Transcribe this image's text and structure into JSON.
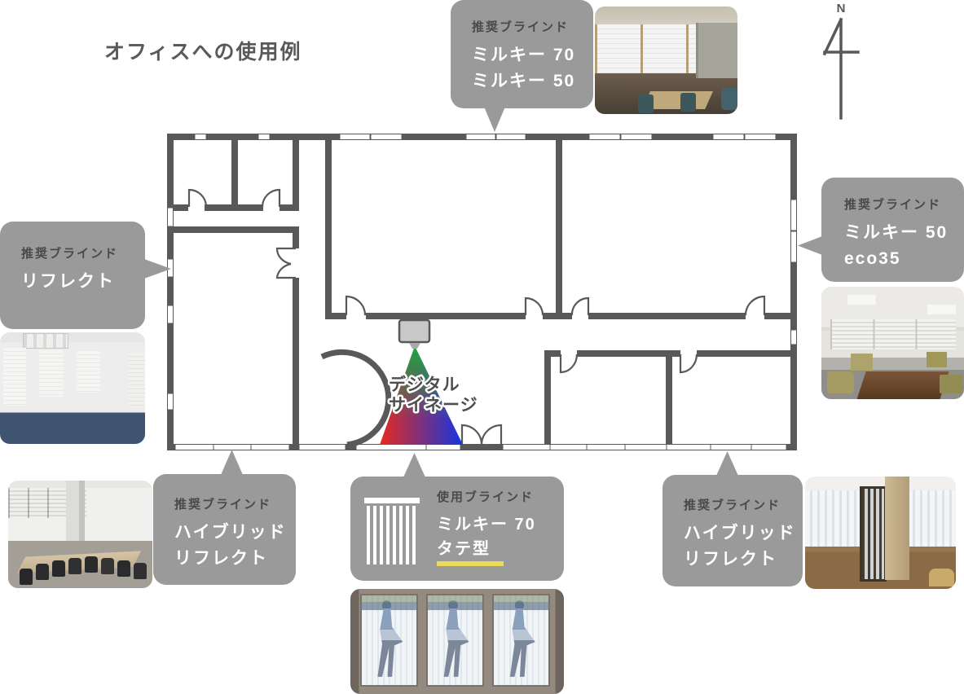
{
  "title": "オフィスへの使用例",
  "compass": {
    "label": "N"
  },
  "floorplan": {
    "signage_line1": "デジタル",
    "signage_line2": "サイネージ"
  },
  "callouts": {
    "top": {
      "heading": "推奨ブラインド",
      "lines": [
        "ミルキー 70",
        "ミルキー 50"
      ]
    },
    "right": {
      "heading": "推奨ブラインド",
      "lines": [
        "ミルキー 50",
        "eco35"
      ]
    },
    "left": {
      "heading": "推奨ブラインド",
      "lines": [
        "リフレクト"
      ]
    },
    "bottom_left": {
      "heading": "推奨ブラインド",
      "lines": [
        "ハイブリッド",
        "リフレクト"
      ]
    },
    "bottom_center": {
      "heading": "使用ブラインド",
      "lines": [
        "ミルキー 70",
        "タテ型"
      ],
      "highlighted_line": "タテ型"
    },
    "bottom_right": {
      "heading": "推奨ブラインド",
      "lines": [
        "ハイブリッド",
        "リフレクト"
      ]
    }
  },
  "photos": {
    "top": "office-desks-pleated-shades",
    "right": "meeting-room-venetian-blinds",
    "left": "empty-room-blue-carpet-shades",
    "bottom_left": "conference-room-long-table",
    "bottom_right": "lounge-vertical-blinds-wood-partition",
    "bottom_center": "storefront-vertical-blinds-silhouettes"
  },
  "colors": {
    "callout_bg": "#9a9a9a",
    "wall": "#595959",
    "heading_text": "#4a4a4a",
    "line_text": "#ffffff",
    "highlight_underline": "#e9da57"
  }
}
